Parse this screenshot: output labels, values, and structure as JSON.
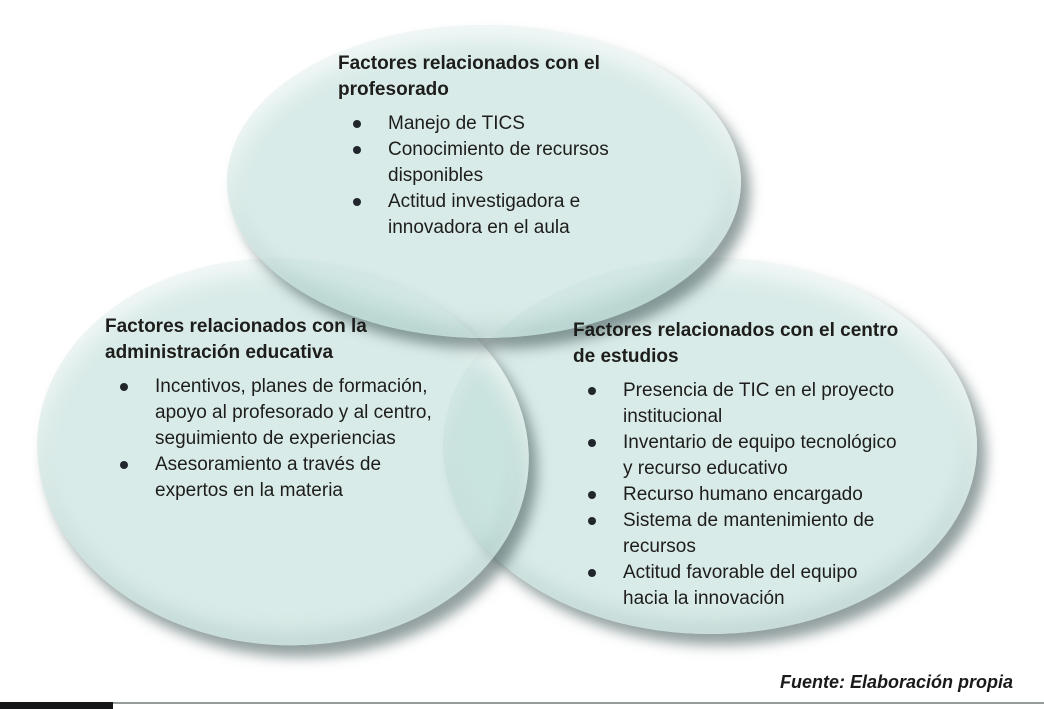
{
  "diagram": {
    "type": "venn",
    "groups": [
      {
        "id": "profesorado",
        "title": "Factores relacionados con el profesorado",
        "items": [
          "Manejo de TICS",
          "Conocimiento de recursos disponibles",
          "Actitud investigadora e innovadora en el aula"
        ]
      },
      {
        "id": "administracion-educativa",
        "title": "Factores relacionados con la administración educativa",
        "items": [
          "Incentivos, planes de formación, apoyo al profesorado y al centro, seguimiento de experiencias",
          "Asesoramiento a través de expertos en la materia"
        ]
      },
      {
        "id": "centro-de-estudios",
        "title": "Factores relacionados con el centro de estudios",
        "items": [
          "Presencia de TIC en el proyecto institucional",
          "Inventario de equipo tecnológico y recurso educativo",
          "Recurso humano encargado",
          "Sistema de mantenimiento de recursos",
          "Actitud favorable del equipo hacia la innovación"
        ]
      }
    ],
    "colors": {
      "ellipse_fill": "#bddcd7",
      "ellipse_shadow": "#3a5252",
      "text": "#1d1d1b",
      "background": "#ffffff"
    }
  },
  "footer": {
    "source_note": "Fuente: Elaboración propia"
  }
}
